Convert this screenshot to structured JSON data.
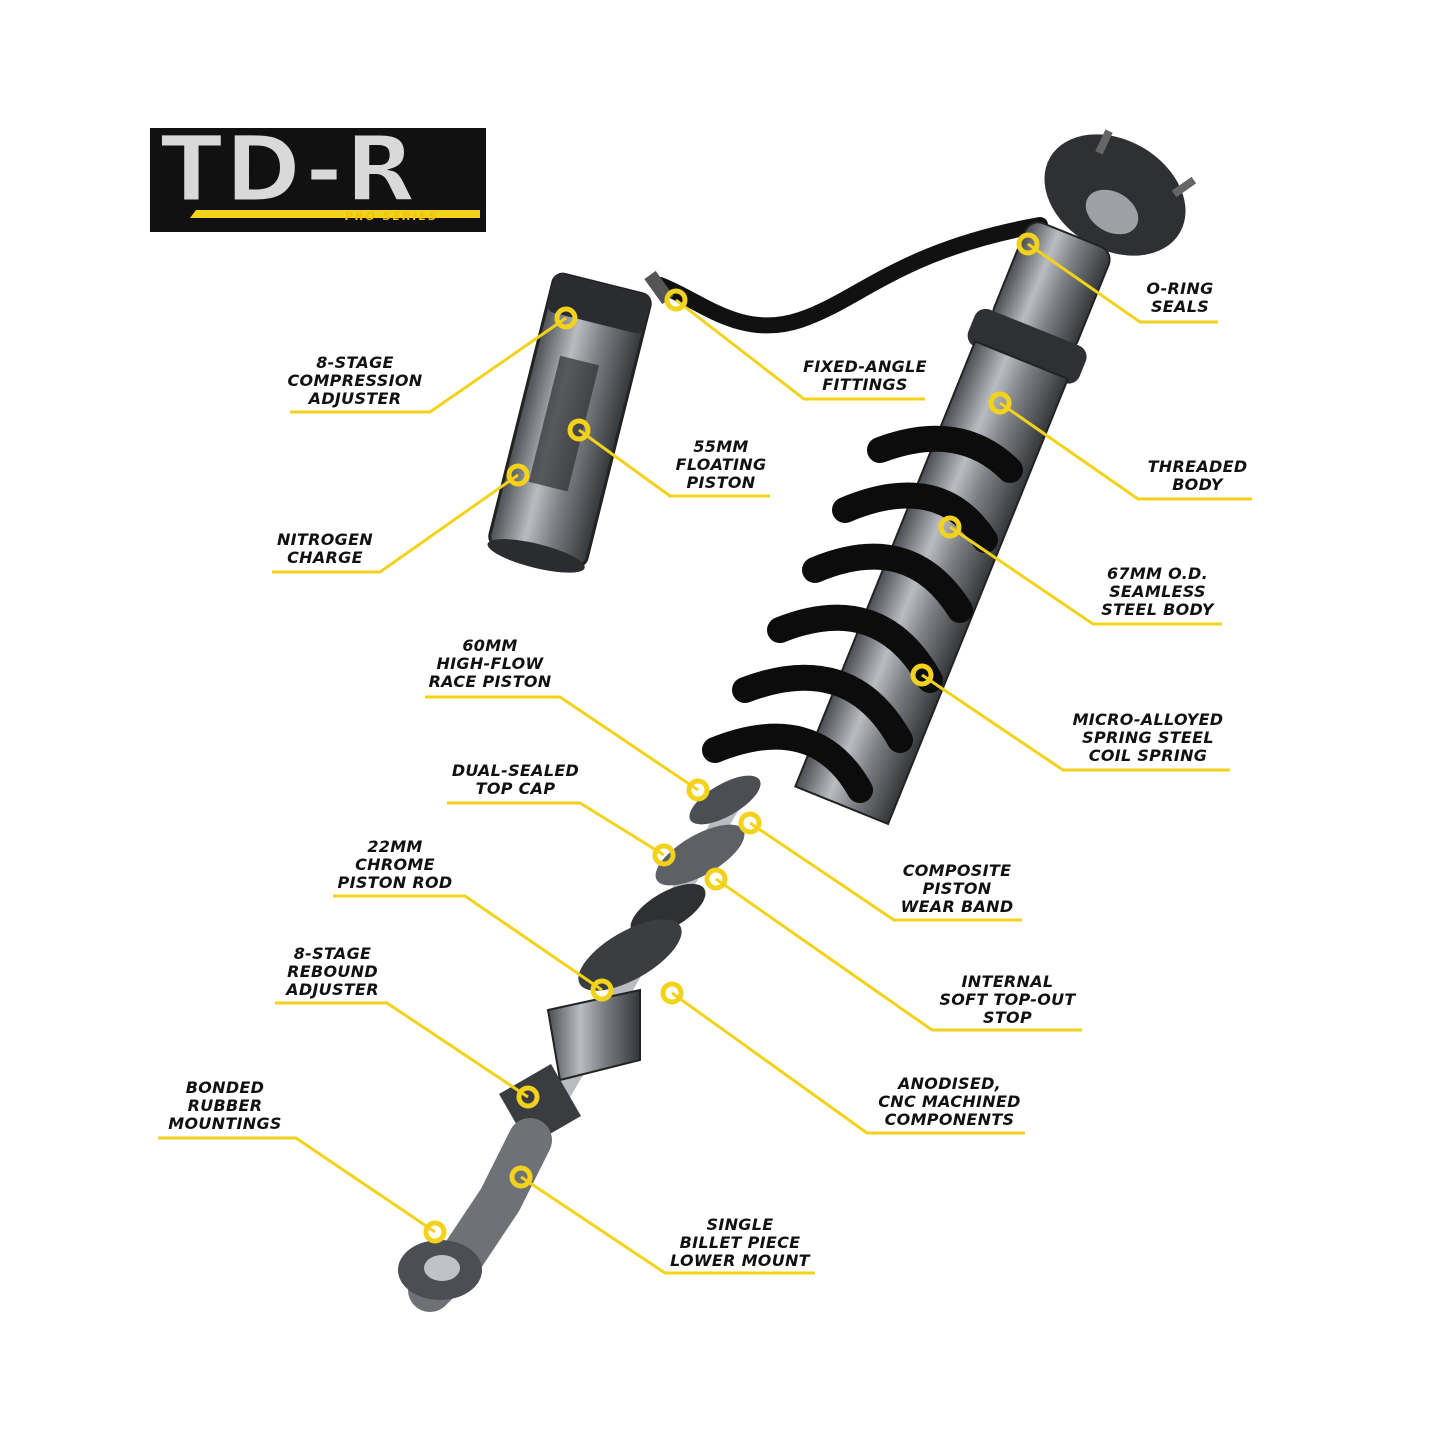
{
  "logo": {
    "text": "TD-R",
    "subtitle": "PRO SERIES"
  },
  "colors": {
    "accent": "#f2d21a",
    "dark": "#111111",
    "metal": "#8a8e92"
  },
  "labels": {
    "o_ring_seals": [
      "O-RING",
      "SEALS"
    ],
    "fixed_angle_fittings": [
      "FIXED-ANGLE",
      "FITTINGS"
    ],
    "compression_adjuster": [
      "8-STAGE",
      "COMPRESSION",
      "ADJUSTER"
    ],
    "floating_piston": [
      "55MM",
      "FLOATING",
      "PISTON"
    ],
    "nitrogen_charge": [
      "NITROGEN",
      "CHARGE"
    ],
    "threaded_body": [
      "THREADED",
      "BODY"
    ],
    "seamless_body": [
      "67MM O.D.",
      "SEAMLESS",
      "STEEL BODY"
    ],
    "race_piston": [
      "60MM",
      "HIGH-FLOW",
      "RACE PISTON"
    ],
    "coil_spring": [
      "MICRO-ALLOYED",
      "SPRING STEEL",
      "COIL SPRING"
    ],
    "top_cap": [
      "DUAL-SEALED",
      "TOP CAP"
    ],
    "wear_band": [
      "COMPOSITE",
      "PISTON",
      "WEAR BAND"
    ],
    "piston_rod": [
      "22MM",
      "CHROME",
      "PISTON ROD"
    ],
    "top_out_stop": [
      "INTERNAL",
      "SOFT TOP-OUT",
      "STOP"
    ],
    "rebound_adjuster": [
      "8-STAGE",
      "REBOUND",
      "ADJUSTER"
    ],
    "cnc_components": [
      "ANODISED,",
      "CNC MACHINED",
      "COMPONENTS"
    ],
    "rubber_mountings": [
      "BONDED",
      "RUBBER",
      "MOUNTINGS"
    ],
    "lower_mount": [
      "SINGLE",
      "BILLET PIECE",
      "LOWER MOUNT"
    ]
  }
}
